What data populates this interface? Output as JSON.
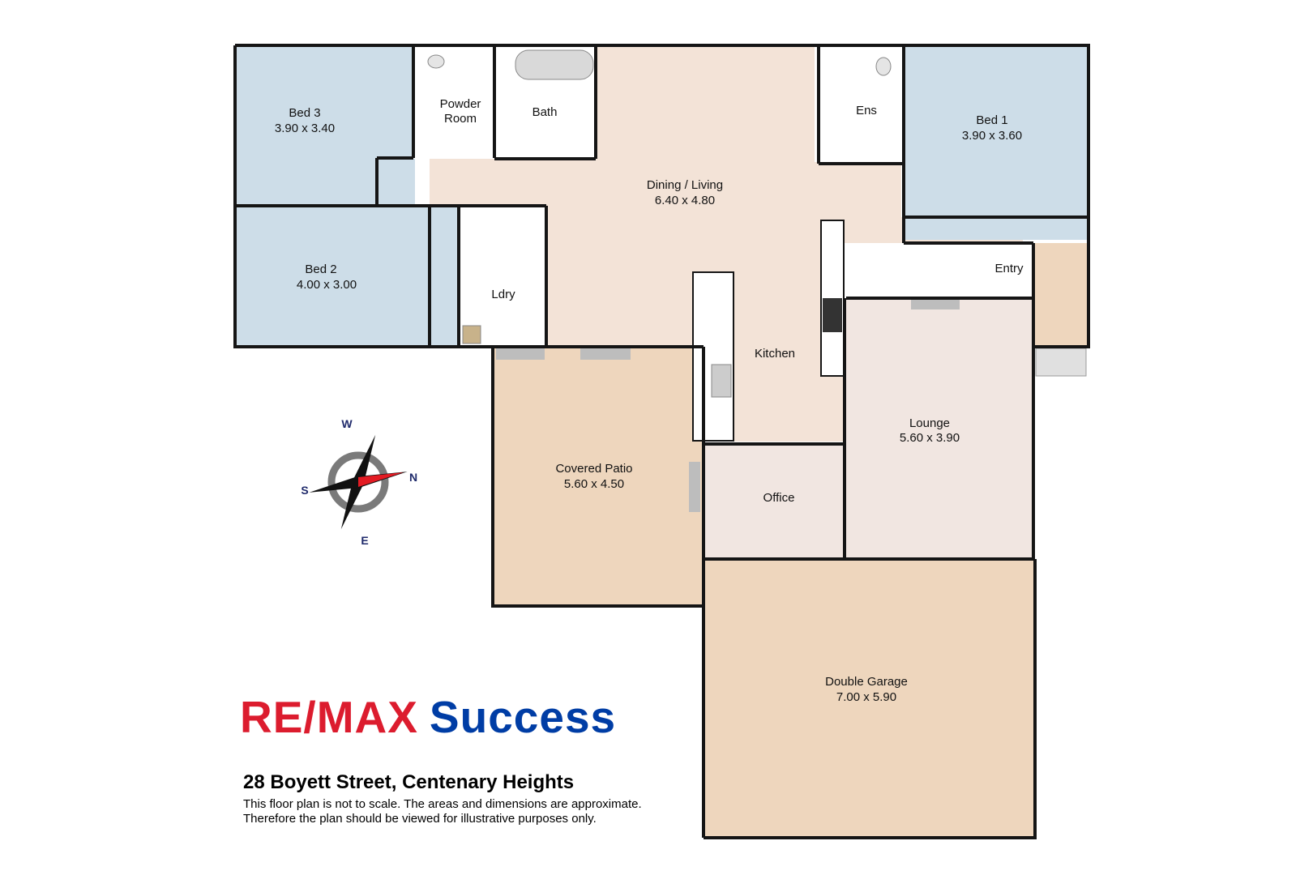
{
  "rooms": {
    "bed3": {
      "name": "Bed 3",
      "dims": "3.90 x 3.40"
    },
    "bed2": {
      "name": "Bed 2",
      "dims": "4.00 x 3.00"
    },
    "powder": {
      "name_line1": "Powder",
      "name_line2": "Room"
    },
    "bath": {
      "name": "Bath"
    },
    "dining": {
      "name": "Dining / Living",
      "dims": "6.40 x 4.80"
    },
    "ens": {
      "name": "Ens"
    },
    "bed1": {
      "name": "Bed 1",
      "dims": "3.90 x 3.60"
    },
    "entry": {
      "name": "Entry"
    },
    "ldry": {
      "name": "Ldry"
    },
    "kitchen": {
      "name": "Kitchen"
    },
    "lounge": {
      "name": "Lounge",
      "dims": "5.60 x 3.90"
    },
    "patio": {
      "name": "Covered Patio",
      "dims": "5.60 x 4.50"
    },
    "office": {
      "name": "Office"
    },
    "garage": {
      "name": "Double Garage",
      "dims": "7.00 x 5.90"
    }
  },
  "compass": {
    "w": "W",
    "n": "N",
    "s": "S",
    "e": "E"
  },
  "logo": {
    "re": "RE",
    "slash": "/",
    "max": "MAX",
    "success": "Success"
  },
  "address": "28 Boyett Street, Centenary Heights",
  "disclaimer_line1": "This floor plan is not to scale. The areas and dimensions are approximate.",
  "disclaimer_line2": "Therefore the plan should be viewed for illustrative purposes only.",
  "colors": {
    "bedroom": "#cddde8",
    "living": "#f3e3d7",
    "outdoor": "#eed6bd",
    "lounge": "#f1e6e1",
    "wet": "#ffffff",
    "wall": "#151515",
    "logo_red": "#dc1c2e",
    "logo_blue": "#003da5"
  }
}
